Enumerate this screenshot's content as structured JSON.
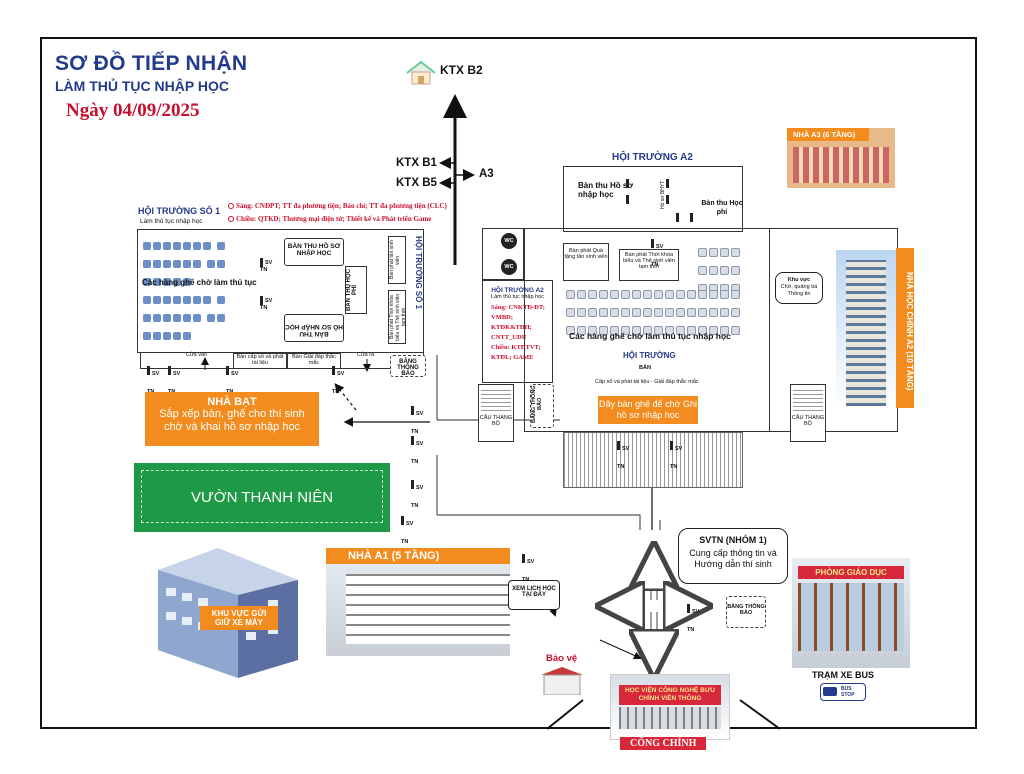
{
  "header": {
    "title": "SƠ ĐỒ TIẾP NHẬN",
    "subtitle": "LÀM THỦ TỤC NHẬP HỌC",
    "date": "Ngày 04/09/2025"
  },
  "dorms": {
    "ktx_b2": "KTX B2",
    "ktx_b1": "KTX B1",
    "ktx_b5": "KTX B5",
    "a3": "A3"
  },
  "hall1": {
    "title": "HỘI TRƯỜNG SỐ 1",
    "subtitle": "Làm thủ tục nhập học",
    "morning": "Sáng: CNĐPT; TT đa phương tiện; Báo chí; TT đa phương tiện (CLC)",
    "afternoon": "Chiều: QTKD; Thương mại điện tử; Thiết kế và Phát triển Game",
    "seating": "Các hàng ghế chờ làm thủ tục",
    "records_desk": "BÀN THU HỒ SƠ NHẬP HỌC",
    "records_desk_flipped": "HỒ SƠ NHẬP HỌC",
    "records_desk_flipped2": "BÀN THU",
    "fee_desk": "BÀN THU HỌC PHÍ",
    "card_desk": "Bàn phát tân sinh viên",
    "timetable_desk": "Bàn phát Thời khóa biểu và Thẻ sinh viên tạm thời",
    "side_title": "HỘI TRƯỜNG SỐ 1",
    "entrance": "Cửa vào",
    "exit": "Cửa ra",
    "desk_email": "Bàn cấp số và phát tài liệu",
    "desk_qa": "Bàn Giải đáp thắc mắc",
    "notice": "BẢNG THÔNG BÁO"
  },
  "hall2": {
    "title": "HỘI TRƯỜNG A2",
    "desk_records": "Bàn thu Hồ sơ nhập học",
    "desk_health": "Hồ sơ BHYT",
    "desk_fee": "Bàn thu Học phí",
    "desk_gift": "Bàn phát Quà tặng tân sinh viên",
    "desk_timetable": "Bàn phát Thời khóa biểu và Thẻ sinh viên tạm thời",
    "side_title": "HỘI TRƯỜNG A2",
    "side_subtitle": "Làm thủ tục nhập học",
    "morning": "Sáng: CNKTĐ-ĐT; VMBD; KTĐK&TĐH; CNTT_UDU",
    "afternoon": "Chiều: KTĐTVT; KTĐL; GAME",
    "seating": "Các hàng ghế chờ làm thủ tục nhập học",
    "hall_label": "HỘI TRƯỜNG",
    "desk_small": "BÀN",
    "desk_docs": "Cấp số và phát tài liệu - Giải đáp thắc mắc",
    "stairs": "CẦU THANG BỘ",
    "notice": "BẢNG THÔNG BÁO",
    "queue": "Dãy bàn ghế để chờ Ghi hồ sơ nhập học",
    "wc": "WC",
    "kv_title": "Khu vực",
    "kv_text": "Chờ, quảng bá Thông tin"
  },
  "buildings": {
    "a3": "NHÀ A3 (6 TẦNG)",
    "a2_main": "NHÀ HỌC CHÍNH A2 (10 TẦNG)",
    "a1": "NHÀ A1 (5 TẦNG)",
    "schedule_sign": "XEM LỊCH HỌC TẠI ĐÂY",
    "parking": "KHU VỰC GỬI GIỮ XE MÁY",
    "guard": "Bảo vệ",
    "main_gate": "CỔNG CHÍNH",
    "gate_sign": "HỌC VIỆN CÔNG NGHỆ BƯU CHÍNH VIỄN THÔNG",
    "bus": "TRẠM XE BUS",
    "bus_stop": "BUS STOP",
    "office_sign": "PHÒNG GIÁO DỤC"
  },
  "areas": {
    "tent_title": "NHÀ BẠT",
    "tent_text": "Sắp xếp bàn, ghế cho thí sinh chờ và khai hồ sơ nhập học",
    "garden": "VƯỜN THANH NIÊN",
    "svtn_title": "SVTN (NHÓM 1)",
    "svtn_text": "Cung cấp thông tin và Hướng dẫn thí sinh",
    "notice": "BẢNG THÔNG BÁO"
  },
  "staff": {
    "sv": "SV",
    "tn": "TN"
  },
  "colors": {
    "title_blue": "#243a8a",
    "date_red": "#c8102e",
    "orange": "#f28c1e",
    "green": "#1e9a47"
  }
}
